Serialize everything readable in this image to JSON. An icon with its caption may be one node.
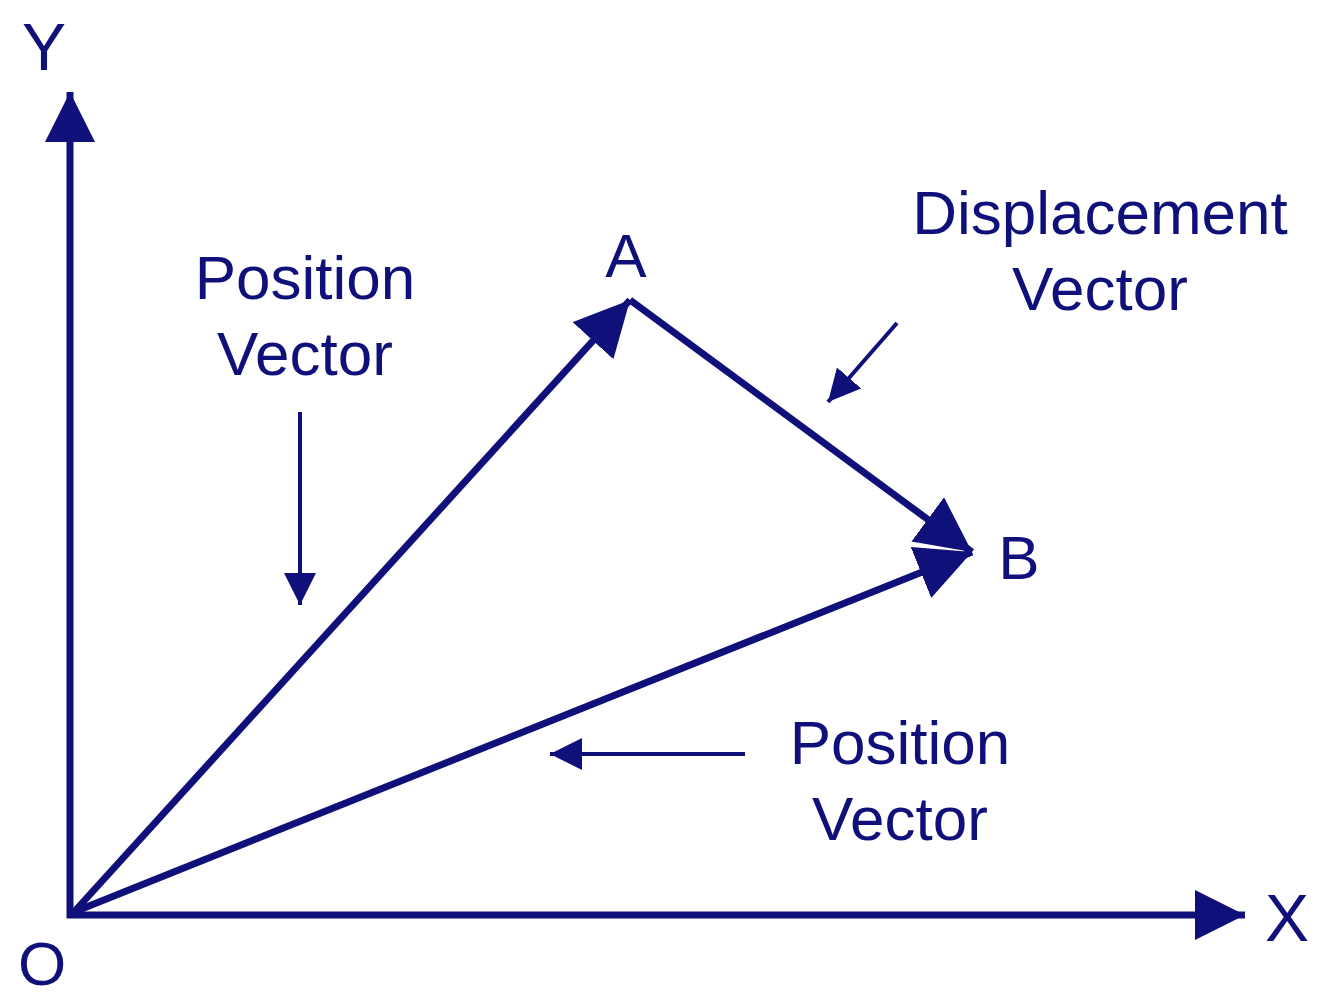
{
  "diagram": {
    "nodes": [
      {
        "text": [
          "O"
        ]
      },
      {
        "text": [
          "A"
        ]
      },
      {
        "text": [
          "B"
        ]
      },
      {
        "text": [
          "Position Vector"
        ]
      },
      {
        "text": [
          "Displacement Vector"
        ]
      },
      {
        "text": [
          "Position Vector"
        ]
      }
    ],
    "edges": [
      {
        "from": 0,
        "to": 1,
        "arrow": "to"
      },
      {
        "from": 1,
        "to": 2,
        "arrow": "to"
      },
      {
        "from": 0,
        "to": 2,
        "arrow": "to"
      },
      {
        "from": 3,
        "to": null,
        "arrow": "to"
      },
      {
        "from": 4,
        "to": null,
        "arrow": "to"
      },
      {
        "from": 5,
        "to": null,
        "arrow": "to"
      }
    ],
    "labels": [
      "Y",
      "X"
    ]
  }
}
